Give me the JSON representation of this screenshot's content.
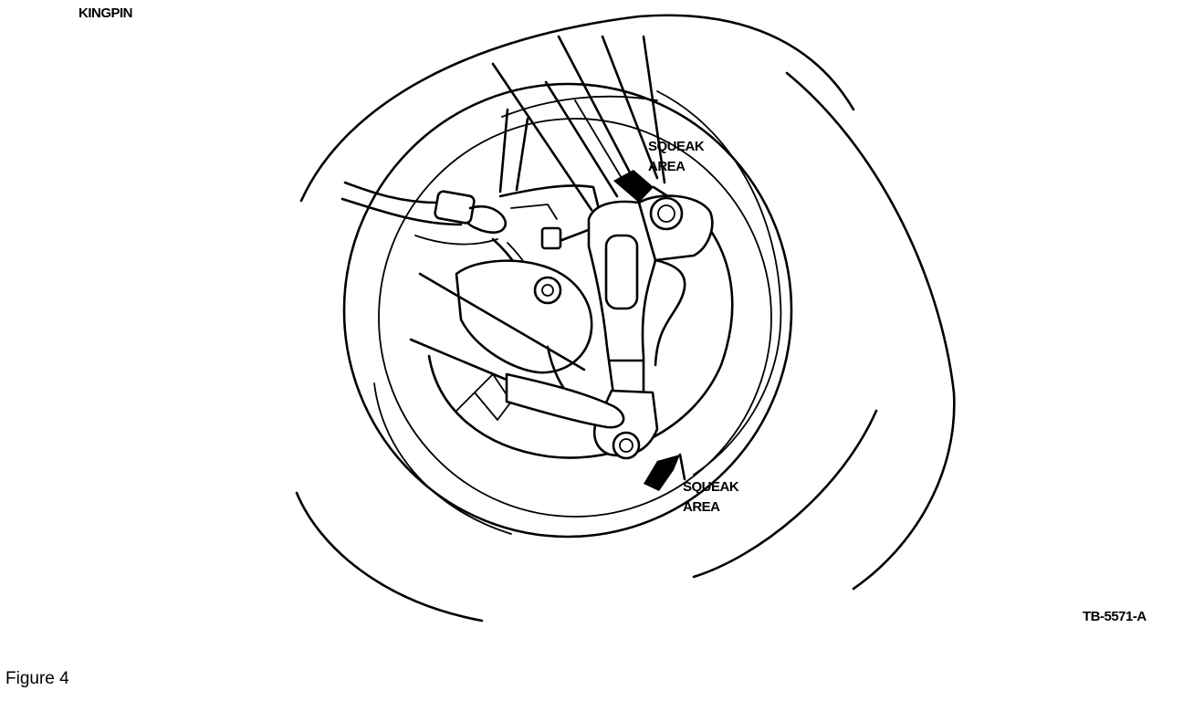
{
  "figure": {
    "title_label": "KINGPIN",
    "callouts": [
      {
        "line1": "SQUEAK",
        "line2": "AREA"
      },
      {
        "line1": "SQUEAK",
        "line2": "AREA"
      }
    ],
    "figure_code": "TB-5571-A",
    "caption": "Figure 4"
  }
}
